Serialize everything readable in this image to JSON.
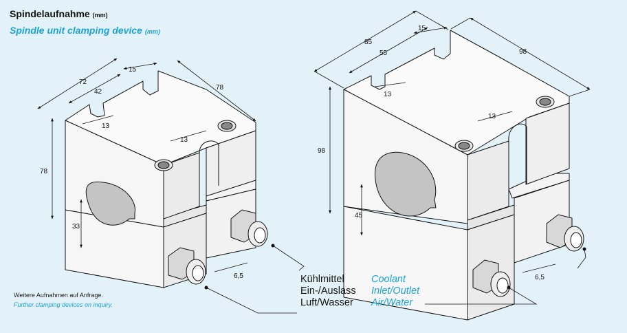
{
  "title": {
    "de": "Spindelaufnahme",
    "de_unit": "(mm)",
    "en": "Spindle unit clamping device",
    "en_unit": "(mm)"
  },
  "note": {
    "de": "Weitere Aufnahmen auf Anfrage.",
    "en": "Further clamping devices on inquiry."
  },
  "legend": [
    {
      "de": "Kühlmittel",
      "en": "Coolant"
    },
    {
      "de": "Ein-/Auslass",
      "en": "Inlet/Outlet"
    },
    {
      "de": "Luft/Wasser",
      "en": "Air/Water"
    }
  ],
  "small_device": {
    "dims": {
      "d72": "72",
      "d15": "15",
      "d42": "42",
      "d78_top": "78",
      "d13_a": "13",
      "d13_b": "13",
      "d78_h": "78",
      "d33": "33",
      "d6_5": "6,5"
    }
  },
  "large_device": {
    "dims": {
      "d85": "85",
      "d15": "15",
      "d55": "55",
      "d98_top": "98",
      "d13_a": "13",
      "d13_b": "13",
      "d98_h": "98",
      "d45": "45",
      "d6_5": "6,5"
    }
  },
  "colors": {
    "background": "#e3f2f8",
    "accent": "#1aa3d6",
    "face_light": "#ffffff",
    "face_mid": "#f2f2f2",
    "face_dark": "#e6e6e6",
    "bore": "#c8c8c8"
  }
}
